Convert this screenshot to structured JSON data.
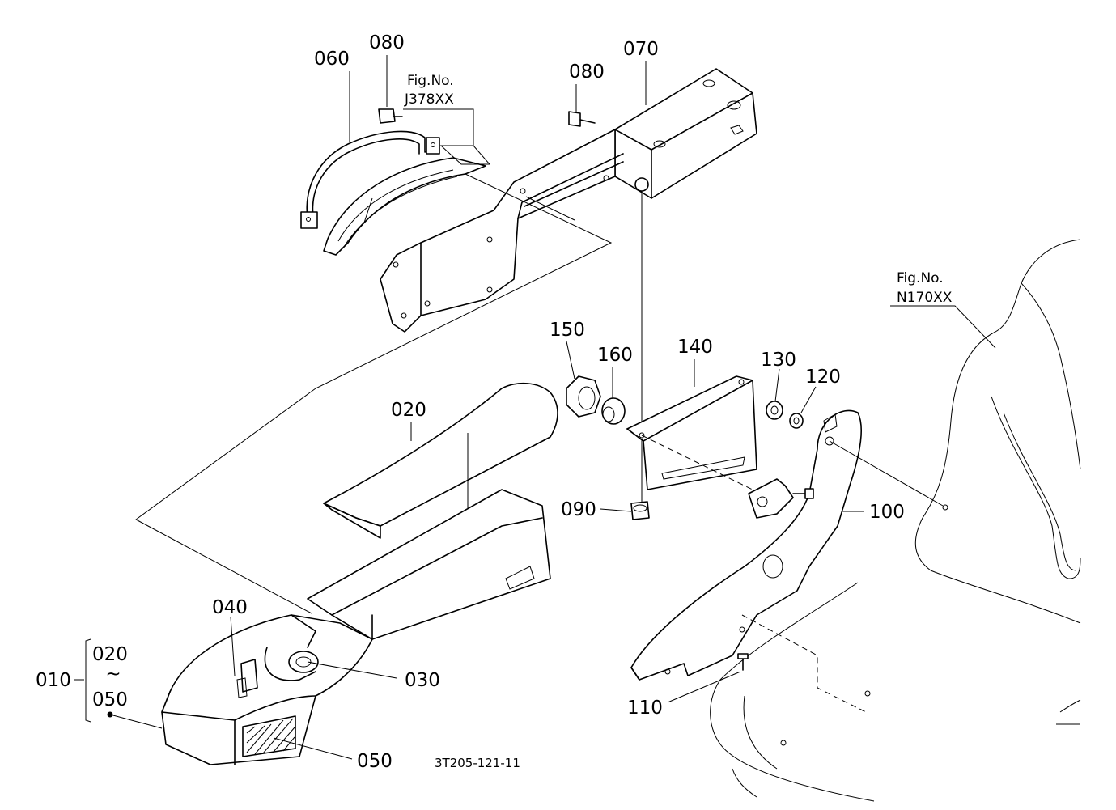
{
  "parts": {
    "p010": "010",
    "p020": "020",
    "p020_range": "020",
    "tilde": "~",
    "p050_range": "050",
    "p030": "030",
    "p040": "040",
    "p050": "050",
    "p060": "060",
    "p070": "070",
    "p080_left": "080",
    "p080_right": "080",
    "p090": "090",
    "p100": "100",
    "p110": "110",
    "p120": "120",
    "p130": "130",
    "p140": "140",
    "p150": "150",
    "p160": "160"
  },
  "references": {
    "fig_j_label": "Fig.No.",
    "fig_j_code": "J378XX",
    "fig_n_label": "Fig.No.",
    "fig_n_code": "N170XX"
  },
  "drawing_code": "3T205-121-11"
}
